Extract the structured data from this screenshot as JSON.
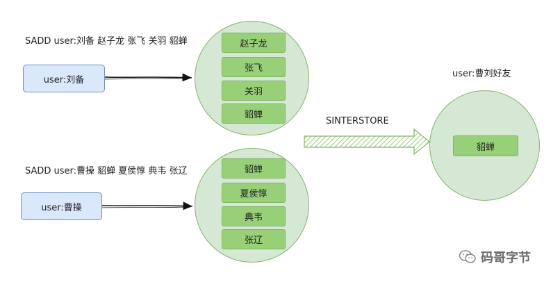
{
  "commands": {
    "liubei": "SADD user:刘备 赵子龙 张飞 关羽 貂蝉",
    "caocao": "SADD user:曹操 貂蝉 夏侯惇 典韦 张辽"
  },
  "keys": {
    "liubei": "user:刘备",
    "caocao": "user:曹操"
  },
  "sets": {
    "liubei": [
      "赵子龙",
      "张飞",
      "关羽",
      "貂蝉"
    ],
    "caocao": [
      "貂蝉",
      "夏侯惇",
      "典韦",
      "张辽"
    ],
    "result": [
      "貂蝉"
    ]
  },
  "operation": "SINTERSTORE",
  "result_key": "user:曹刘好友",
  "watermark": "码哥字节",
  "colors": {
    "key_fill": "#dae8fc",
    "key_border": "#6c8ebf",
    "set_fill": "#d5e8d4",
    "set_border": "#82b366",
    "member_fill": "#97d077"
  }
}
